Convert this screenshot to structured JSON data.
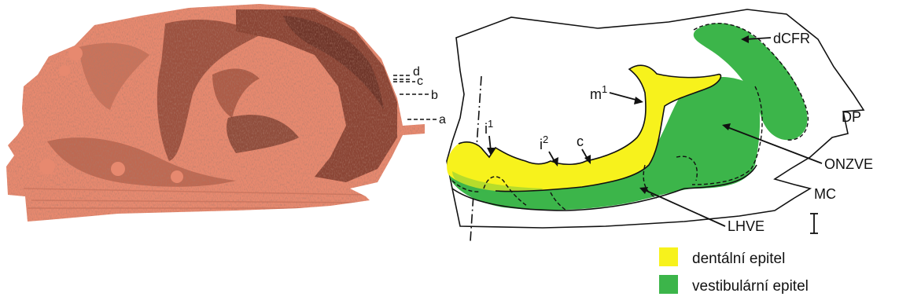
{
  "reconstruction_labels": {
    "d": "d",
    "c": "c",
    "b": "b",
    "a": "a"
  },
  "diagram_labels": {
    "dCFR": "dCFR",
    "m1_base": "m",
    "m1_sup": "1",
    "i1_base": "i",
    "i1_sup": "1",
    "i2_base": "i",
    "i2_sup": "2",
    "c": "c",
    "DP": "DP",
    "ONZVE": "ONZVE",
    "MC": "MC",
    "LHVE": "LHVE"
  },
  "legend": {
    "items": [
      {
        "label": "dentální epitel",
        "color": "#f7f21c"
      },
      {
        "label": "vestibulární epitel",
        "color": "#3cb54a"
      }
    ]
  },
  "colors": {
    "reconstruction_light": "#e7896f",
    "reconstruction_dark": "#6b3327",
    "dental": "#f7f21c",
    "vestibular": "#3cb54a",
    "outline": "#111111"
  }
}
